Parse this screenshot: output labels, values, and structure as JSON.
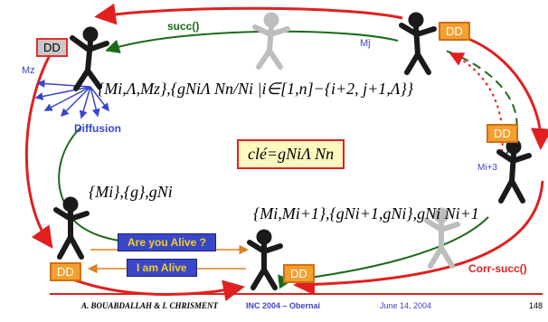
{
  "labels": {
    "succ": "succ()",
    "corr_succ": "Corr-succ()",
    "diffusion": "Diffusion",
    "mz": "Mz",
    "mj": "Mj",
    "mi3": "Mi+3",
    "dd": "DD",
    "are_you_alive": "Are you Alive ?",
    "i_am_alive": "I am Alive"
  },
  "formulas": {
    "top": "{Mi,Λ,Mz},{gNiΛ Nn/Ni |i∈[1,n]−{i+2, j+1,Λ}}",
    "center": "clé=gNiΛ Nn",
    "left": "{Mi},{g},gNi",
    "right": "{Mi,Mi+1},{gNi+1,gNi},gNi Ni+1"
  },
  "footer": {
    "authors": "A. BOUABDALLAH & I. CHRISMENT",
    "conference": "INC 2004 – Obernai",
    "date": "June 14, 2004",
    "page": "148"
  },
  "colors": {
    "red": "#e02020",
    "green": "#1a6a1a",
    "blue": "#3a46c8",
    "orange": "#f0a030",
    "gray": "#c8c8c8"
  }
}
